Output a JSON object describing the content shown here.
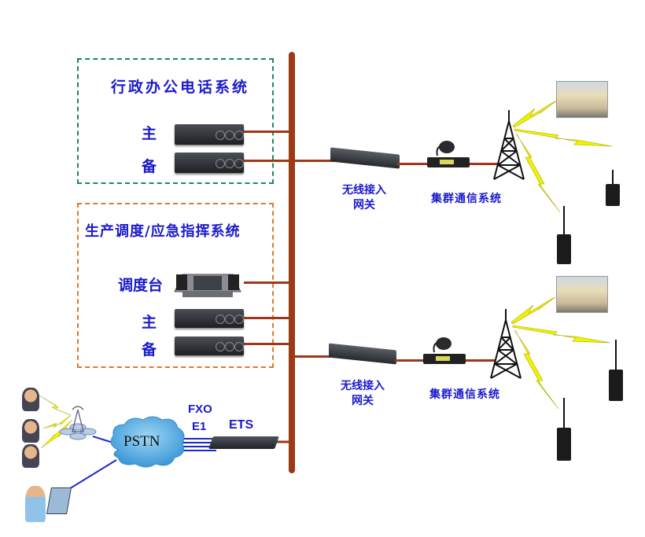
{
  "office_system": {
    "title": "行政办公电话系统",
    "primary_label": "主",
    "backup_label": "备"
  },
  "dispatch_system": {
    "title": "生产调度/应急指挥系统",
    "console_label": "调度台",
    "primary_label": "主",
    "backup_label": "备"
  },
  "sites": [
    {
      "gateway_label_1": "无线接入",
      "gateway_label_2": "网关",
      "trunking_label": "集群通信系统"
    },
    {
      "gateway_label_1": "无线接入",
      "gateway_label_2": "网关",
      "trunking_label": "集群通信系统"
    }
  ],
  "pstn": {
    "cloud_label": "PSTN",
    "interface_fxo": "FXO",
    "interface_e1": "E1",
    "ets_label": "ETS"
  },
  "colors": {
    "label_blue": "#1a1acc",
    "bus_brown": "#9b3a14",
    "office_border": "#1a8a5a",
    "dispatch_border": "#e07a2a",
    "pstn_line": "#1a2acc",
    "lightning": "#f2f200"
  }
}
